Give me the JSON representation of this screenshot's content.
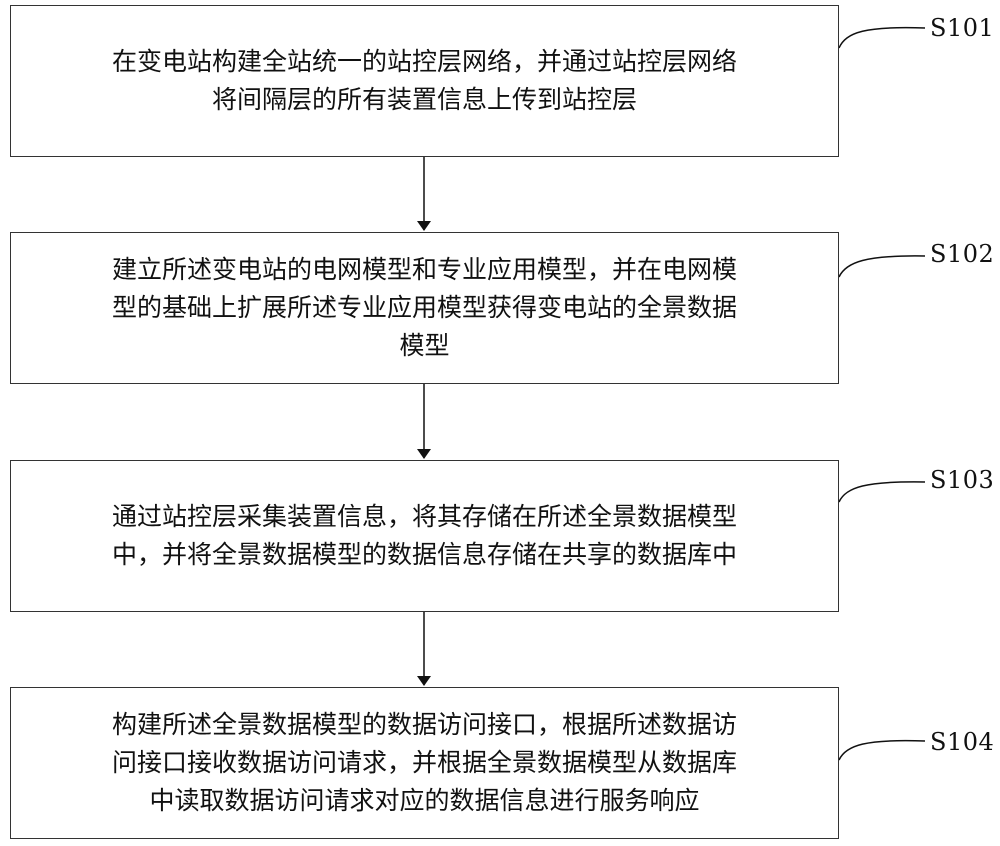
{
  "steps": [
    {
      "id": "S101",
      "lines": [
        "在变电站构建全站统一的站控层网络，并通过站控层网络",
        "将间隔层的所有装置信息上传到站控层"
      ]
    },
    {
      "id": "S102",
      "lines": [
        "建立所述变电站的电网模型和专业应用模型，并在电网模",
        "型的基础上扩展所述专业应用模型获得变电站的全景数据",
        "模型"
      ]
    },
    {
      "id": "S103",
      "lines": [
        "通过站控层采集装置信息，将其存储在所述全景数据模型",
        "中，并将全景数据模型的数据信息存储在共享的数据库中"
      ]
    },
    {
      "id": "S104",
      "lines": [
        "构建所述全景数据模型的数据访问接口，根据所述数据访",
        "问接口接收数据访问请求，并根据全景数据模型从数据库",
        "中读取数据访问请求对应的数据信息进行服务响应"
      ]
    }
  ]
}
